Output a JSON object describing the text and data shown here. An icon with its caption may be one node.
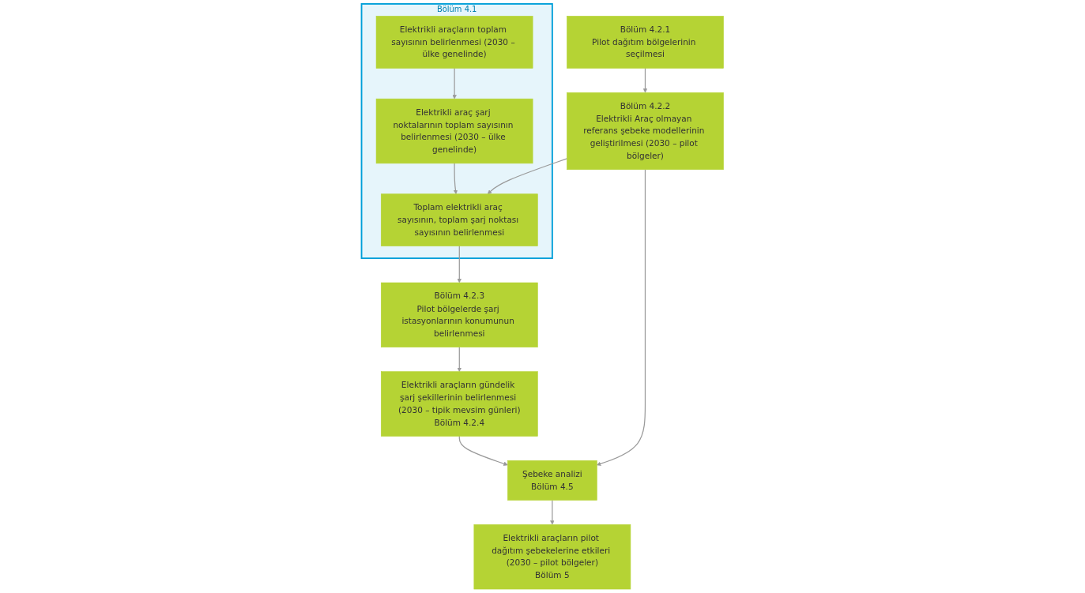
{
  "diagram": {
    "nodes": [
      {
        "text": [
          "Bölüm 4.1"
        ]
      },
      {
        "text": [
          "Elektrikli araçların toplam sayısının belirlenmesi (2030 – ülke genelinde)"
        ],
        "in": 0
      },
      {
        "text": [
          "Elektrikli araç şarj noktalarının toplam sayısının belirlenmesi (2030 – ülke genelinde)"
        ],
        "in": 0
      },
      {
        "text": [
          "Toplam elektrikli araç sayısının, toplam şarj noktası sayısının belirlenmesi"
        ],
        "in": 0
      },
      {
        "text": [
          "Bölüm 4.2.1",
          "Pilot dağıtım bölgelerinin seçilmesi"
        ]
      },
      {
        "text": [
          "Bölüm 4.2.2",
          "Elektrikli Araç olmayan referans şebeke modellerinin geliştirilmesi (2030 – pilot bölgeler)"
        ]
      },
      {
        "text": [
          "Bölüm 4.2.3",
          "Pilot bölgelerde şarj istasyonlarının konumunun belirlenmesi"
        ]
      },
      {
        "text": [
          "Elektrikli araçların pilot dağıtım şebekelerine etkileri (2030 – pilot bölgeler)",
          "Bölüm 5"
        ]
      },
      {
        "text": [
          "Şebeke analizi",
          "Bölüm 4.5"
        ]
      },
      {
        "text": [
          "Elektrikli araçların gündelik şarj şekillerinin belirlenmesi (2030 – tipik mevsim günleri)",
          "Bölüm 4.2.4"
        ]
      }
    ],
    "edges": [
      {
        "from": 1,
        "to": 2,
        "arrow": "to"
      },
      {
        "from": 2,
        "to": 3,
        "arrow": "to"
      },
      {
        "from": 4,
        "to": 5,
        "arrow": "to"
      },
      {
        "from": 5,
        "to": 3,
        "arrow": "to"
      },
      {
        "from": 3,
        "to": 6,
        "arrow": "to"
      },
      {
        "from": 5,
        "to": 8,
        "arrow": "to"
      },
      {
        "from": 6,
        "to": 9,
        "arrow": "to"
      },
      {
        "from": 9,
        "to": 8,
        "arrow": "to"
      },
      {
        "from": 8,
        "to": 7,
        "arrow": "to"
      }
    ]
  }
}
